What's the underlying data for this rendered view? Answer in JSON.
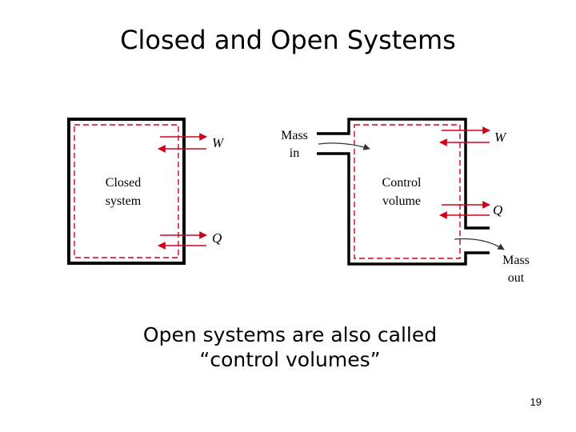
{
  "slide": {
    "title": "Closed and Open Systems",
    "caption_line1": "Open systems are also called",
    "caption_line2": "“control volumes”",
    "page_number": "19"
  },
  "closed_system": {
    "label_line1": "Closed",
    "label_line2": "system",
    "work": "W",
    "heat": "Q"
  },
  "open_system": {
    "mass_in_line1": "Mass",
    "mass_in_line2": "in",
    "label_line1": "Control",
    "label_line2": "volume",
    "work": "W",
    "heat": "Q",
    "mass_out_line1": "Mass",
    "mass_out_line2": "out"
  },
  "colors": {
    "boundary": "#000000",
    "control_boundary": "#d0021b",
    "arrow": "#d0021b"
  }
}
